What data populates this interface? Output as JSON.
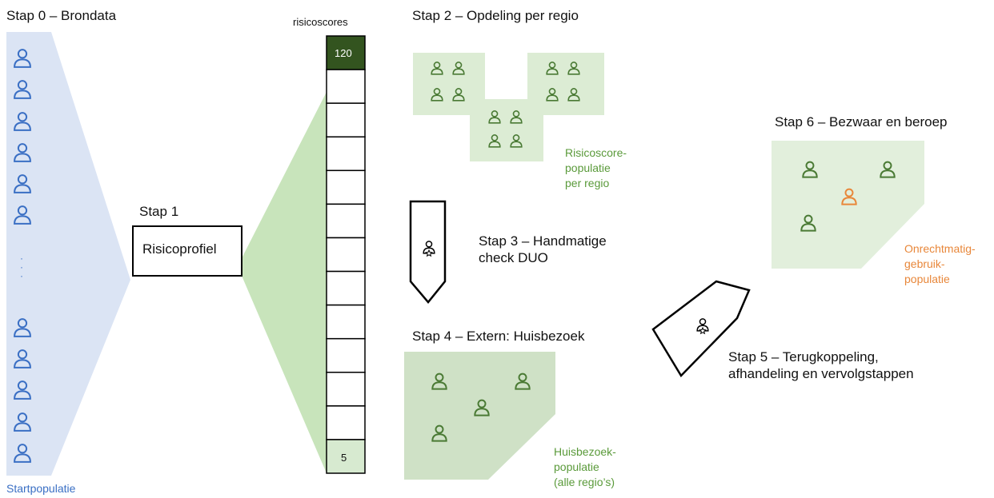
{
  "steps": {
    "step0": "Stap 0 – Brondata",
    "step1": "Stap 1",
    "step2": "Stap 2 – Opdeling per regio",
    "step3": "Stap 3 – Handmatige\ncheck DUO",
    "step4": "Stap 4 – Extern: Huisbezoek",
    "step5": "Stap 5 – Terugkoppeling,\nafhandeling en vervolgstappen",
    "step6": "Stap 6 – Bezwaar en beroep"
  },
  "risicoprofiel": "Risicoprofiel",
  "risicoscores": {
    "title": "risicoscores",
    "top": "120",
    "bottom": "5",
    "cell_count": 13
  },
  "populations": {
    "start": "Startpopulatie",
    "regio": "Risicoscore-\npopulatie\nper regio",
    "huisbezoek": "Huisbezoek-\npopulatie\n(alle regio’s)",
    "onrechtmatig": "Onrechtmatig-\ngebruik-\npopulatie"
  },
  "ellipsis": "·\n·\n·",
  "colors": {
    "blue": "#3a6fc4",
    "blue_fill": "#dbe4f4",
    "green_dark": "#4a7a34",
    "green_fill": "#c8e4bb",
    "green_fill_light": "#e2efdc",
    "green_fill_mid": "#cfe1c6",
    "orange": "#e8873a",
    "score_top": "#33541f",
    "score_bottom": "#d7ead0"
  }
}
